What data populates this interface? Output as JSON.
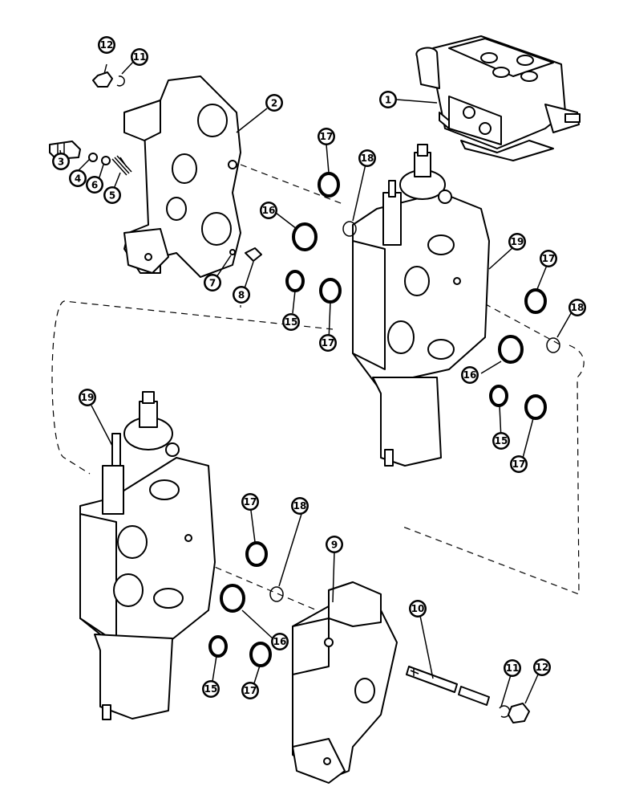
{
  "diagram": {
    "callouts": [
      {
        "id": "c1",
        "label": "1"
      },
      {
        "id": "c2",
        "label": "2"
      },
      {
        "id": "c3",
        "label": "3"
      },
      {
        "id": "c4",
        "label": "4"
      },
      {
        "id": "c5",
        "label": "5"
      },
      {
        "id": "c6",
        "label": "6"
      },
      {
        "id": "c7",
        "label": "7"
      },
      {
        "id": "c8",
        "label": "8"
      },
      {
        "id": "c9",
        "label": "9"
      },
      {
        "id": "c10",
        "label": "10"
      },
      {
        "id": "c11a",
        "label": "11"
      },
      {
        "id": "c11b",
        "label": "11"
      },
      {
        "id": "c12a",
        "label": "12"
      },
      {
        "id": "c12b",
        "label": "12"
      },
      {
        "id": "c15a",
        "label": "15"
      },
      {
        "id": "c15b",
        "label": "15"
      },
      {
        "id": "c15c",
        "label": "15"
      },
      {
        "id": "c16a",
        "label": "16"
      },
      {
        "id": "c16b",
        "label": "16"
      },
      {
        "id": "c16c",
        "label": "16"
      },
      {
        "id": "c17a",
        "label": "17"
      },
      {
        "id": "c17b",
        "label": "17"
      },
      {
        "id": "c17c",
        "label": "17"
      },
      {
        "id": "c17d",
        "label": "17"
      },
      {
        "id": "c17e",
        "label": "17"
      },
      {
        "id": "c17f",
        "label": "17"
      },
      {
        "id": "c18a",
        "label": "18"
      },
      {
        "id": "c18b",
        "label": "18"
      },
      {
        "id": "c18c",
        "label": "18"
      },
      {
        "id": "c19a",
        "label": "19"
      },
      {
        "id": "c19b",
        "label": "19"
      }
    ]
  }
}
